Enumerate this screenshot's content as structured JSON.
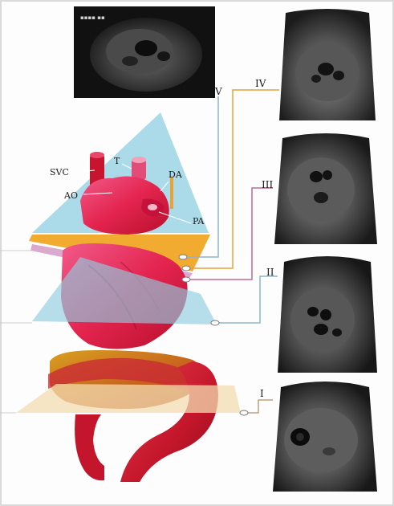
{
  "labels": {
    "svc": "SVC",
    "t": "T",
    "da": "DA",
    "ao": "AO",
    "pa": "PA"
  },
  "planes": {
    "v": "V",
    "iv": "IV",
    "iii": "III",
    "ii": "II",
    "i": "I"
  },
  "colors": {
    "heart_red": "#d8183a",
    "heart_pink": "#e9356a",
    "plane_blue": "#8fcde0",
    "plane_orange": "#f0a21a",
    "plane_beige": "#f3dcb0",
    "stomach_red": "#cc1a2a",
    "line_orange": "#e7a23a",
    "line_mauve": "#c06a92",
    "line_blue": "#8fb5cf"
  }
}
